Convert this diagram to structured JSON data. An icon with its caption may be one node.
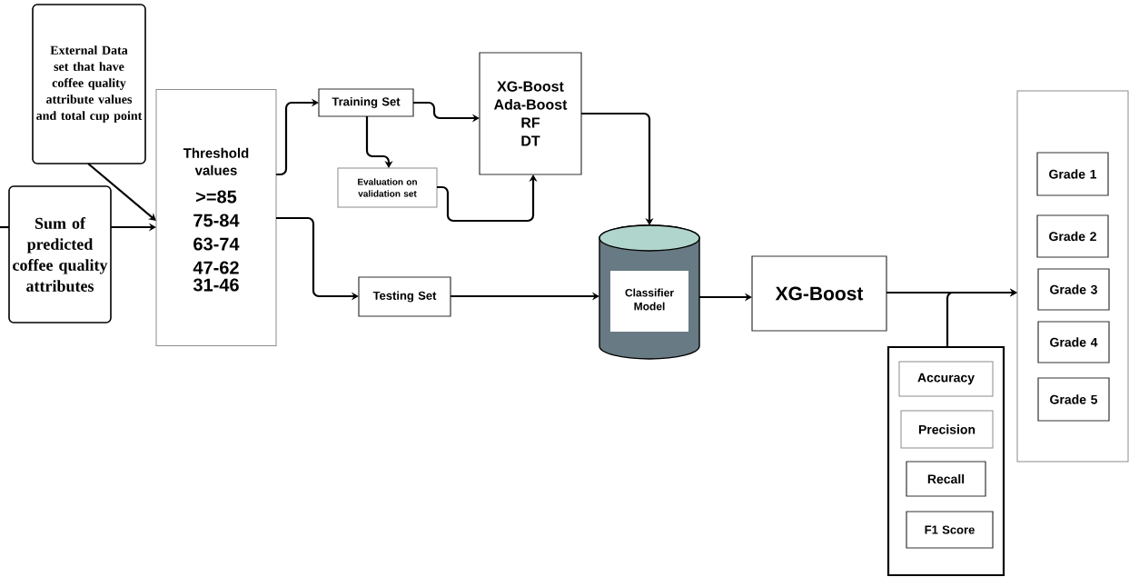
{
  "diagram": {
    "nodes": [
      {
        "text": [
          "External Data set that have coffee quality attribute values and total cup point"
        ]
      },
      {
        "text": [
          "Sum of predicted coffee quality attributes"
        ]
      },
      {
        "text": [
          "Threshold values",
          ">=85",
          "75-84",
          "63-74",
          "47-62",
          "31-46"
        ]
      },
      {
        "text": [
          "Training Set"
        ]
      },
      {
        "text": [
          "Evaluation on validation set"
        ]
      },
      {
        "text": [
          "XG-Boost",
          "Ada-Boost",
          "RF",
          "DT"
        ]
      },
      {
        "text": [
          "Testing Set"
        ]
      },
      {
        "text": [
          "Classifier Model"
        ]
      },
      {
        "text": [
          "XG-Boost"
        ]
      },
      {
        "text": [],
        "shape": "box"
      },
      {
        "text": [
          "Accuracy"
        ],
        "in": 9
      },
      {
        "text": [
          "Precision"
        ],
        "in": 9
      },
      {
        "text": [
          "Recall"
        ],
        "in": 9
      },
      {
        "text": [
          "F1 Score"
        ],
        "in": 9
      },
      {
        "text": [],
        "shape": "box"
      },
      {
        "text": [
          "Grade 1"
        ],
        "in": 14
      },
      {
        "text": [
          "Grade 2"
        ],
        "in": 14
      },
      {
        "text": [
          "Grade 3"
        ],
        "in": 14
      },
      {
        "text": [
          "Grade 4"
        ],
        "in": 14
      },
      {
        "text": [
          "Grade 5"
        ],
        "in": 14
      }
    ],
    "edges": [
      {
        "from": null,
        "to": 1,
        "arrow": "none"
      },
      {
        "from": 0,
        "to": 2,
        "arrow": "to"
      },
      {
        "from": 1,
        "to": 2,
        "arrow": "to"
      },
      {
        "from": 2,
        "to": 3,
        "arrow": "to"
      },
      {
        "from": 3,
        "to": 5,
        "arrow": "to"
      },
      {
        "from": 3,
        "to": 4,
        "arrow": "to"
      },
      {
        "from": 4,
        "to": 5,
        "arrow": "to"
      },
      {
        "from": 2,
        "to": 6,
        "arrow": "to"
      },
      {
        "from": 6,
        "to": 7,
        "arrow": "to"
      },
      {
        "from": 5,
        "to": 7,
        "arrow": "to"
      },
      {
        "from": 7,
        "to": 8,
        "arrow": "to"
      },
      {
        "from": 8,
        "to": 14,
        "arrow": "to"
      },
      {
        "from": 9,
        "to": 14,
        "arrow": "to"
      }
    ]
  }
}
